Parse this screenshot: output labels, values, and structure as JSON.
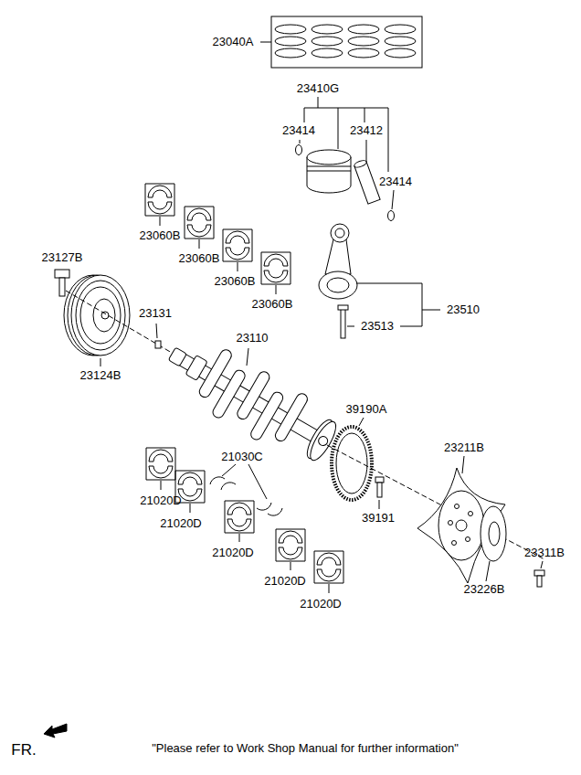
{
  "diagram": {
    "labels": [
      "23040A",
      "23410G",
      "23414",
      "23412",
      "23414",
      "23060B",
      "23060B",
      "23060B",
      "23060B",
      "23127B",
      "23131",
      "23110",
      "23510",
      "23513",
      "23124B",
      "39190A",
      "23211B",
      "21030C",
      "21020D",
      "21020D",
      "21020D",
      "21020D",
      "21020D",
      "39191",
      "23311B",
      "23226B",
      "FR.",
      "\"Please refer to Work Shop Manual for further information\""
    ]
  }
}
